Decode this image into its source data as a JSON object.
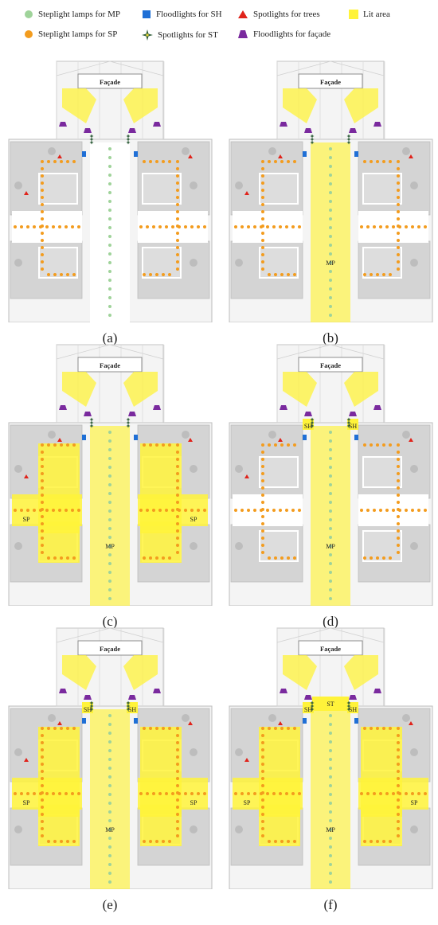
{
  "legend": [
    {
      "icon": "green-dot-icon",
      "label": "Steplight lamps for MP",
      "color": "#9fd39a"
    },
    {
      "icon": "blue-rect-icon",
      "label": "Floodlights for SH",
      "color": "#1f6fd6"
    },
    {
      "icon": "red-triangle-icon",
      "label": "Spotlights for trees",
      "color": "#e0231b"
    },
    {
      "icon": "yellow-square-icon",
      "label": "Lit area",
      "color": "#fff33a"
    },
    {
      "icon": "orange-dot-icon",
      "label": "Steplight lamps for SP",
      "color": "#f39c1e"
    },
    {
      "icon": "star-icon",
      "label": "Spotlights for ST",
      "color": "#2f5e3a"
    },
    {
      "icon": "purple-trapezoid-icon",
      "label": "Floodlights for façade",
      "color": "#7a2a9e"
    }
  ],
  "panels": [
    {
      "caption": "(a)",
      "facade_label": "Façade",
      "lit": {
        "mp": false,
        "sp": false,
        "sh": false,
        "st": false
      },
      "labels": {
        "mp": "",
        "sp": "",
        "sh": "",
        "st": ""
      }
    },
    {
      "caption": "(b)",
      "facade_label": "Façade",
      "lit": {
        "mp": true,
        "sp": false,
        "sh": false,
        "st": false
      },
      "labels": {
        "mp": "MP",
        "sp": "",
        "sh": "",
        "st": ""
      }
    },
    {
      "caption": "(c)",
      "facade_label": "Façade",
      "lit": {
        "mp": true,
        "sp": true,
        "sh": false,
        "st": false
      },
      "labels": {
        "mp": "MP",
        "sp": "SP",
        "sh": "",
        "st": ""
      }
    },
    {
      "caption": "(d)",
      "facade_label": "Façade",
      "lit": {
        "mp": true,
        "sp": false,
        "sh": true,
        "st": false
      },
      "labels": {
        "mp": "MP",
        "sp": "",
        "sh": "SH",
        "st": ""
      }
    },
    {
      "caption": "(e)",
      "facade_label": "Façade",
      "lit": {
        "mp": true,
        "sp": true,
        "sh": true,
        "st": false
      },
      "labels": {
        "mp": "MP",
        "sp": "SP",
        "sh": "SH",
        "st": ""
      }
    },
    {
      "caption": "(f)",
      "facade_label": "Façade",
      "lit": {
        "mp": true,
        "sp": true,
        "sh": true,
        "st": true
      },
      "labels": {
        "mp": "MP",
        "sp": "SP",
        "sh": "SH",
        "st": "ST"
      }
    }
  ]
}
